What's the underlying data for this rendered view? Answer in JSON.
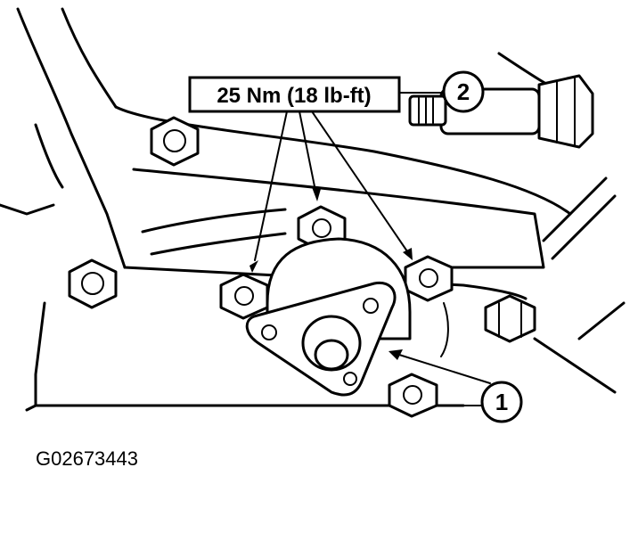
{
  "torque_callout": {
    "text": "25 Nm (18 lb-ft)"
  },
  "callouts": [
    {
      "number": "1"
    },
    {
      "number": "2"
    }
  ],
  "figure_id": "G02673443"
}
